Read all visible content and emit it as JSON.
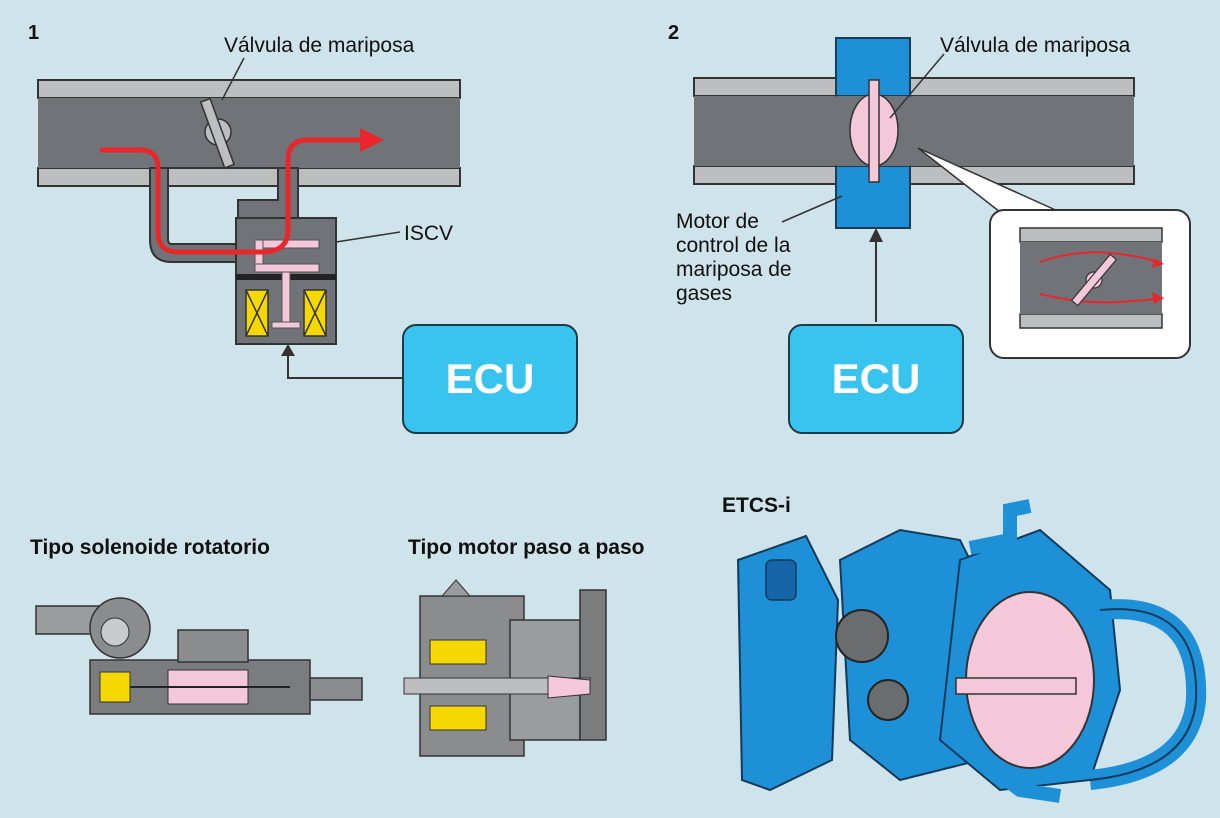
{
  "panel1": {
    "number": "1",
    "throttle_label": "Válvula de mariposa",
    "iscv_label": "ISCV",
    "ecu_label": "ECU"
  },
  "panel2": {
    "number": "2",
    "throttle_label": "Válvula de mariposa",
    "motor_label": "Motor de\ncontrol de la\nmariposa de\ngases",
    "ecu_label": "ECU"
  },
  "components": {
    "rotary_solenoid_title": "Tipo solenoide rotatorio",
    "stepper_motor_title": "Tipo motor paso a paso",
    "etcs_title": "ETCS-i"
  },
  "colors": {
    "background": "#cfe3ea",
    "duct": "#707478",
    "wall": "#bcbec0",
    "airflow": "#e8262b",
    "ecu": "#38c4ef",
    "actuator_blue": "#1e90d8",
    "valve_pink": "#f4c8d8",
    "coil_yellow": "#f5d800"
  }
}
